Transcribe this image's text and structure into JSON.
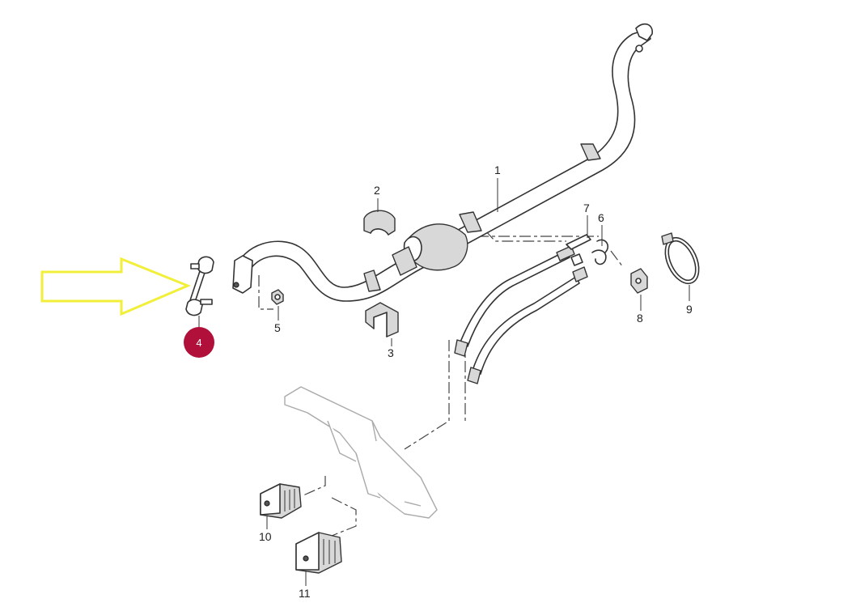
{
  "diagram": {
    "callouts": [
      {
        "id": "1",
        "label": "1"
      },
      {
        "id": "2",
        "label": "2"
      },
      {
        "id": "3",
        "label": "3"
      },
      {
        "id": "4",
        "label": "4"
      },
      {
        "id": "5",
        "label": "5"
      },
      {
        "id": "6",
        "label": "6"
      },
      {
        "id": "7",
        "label": "7"
      },
      {
        "id": "8",
        "label": "8"
      },
      {
        "id": "9",
        "label": "9"
      },
      {
        "id": "10",
        "label": "10"
      },
      {
        "id": "11",
        "label": "11"
      }
    ],
    "highlighted_part": "4",
    "colors": {
      "highlight_marker": "#b0103a",
      "arrow": "#f2ef3a",
      "line": "#333333"
    }
  }
}
